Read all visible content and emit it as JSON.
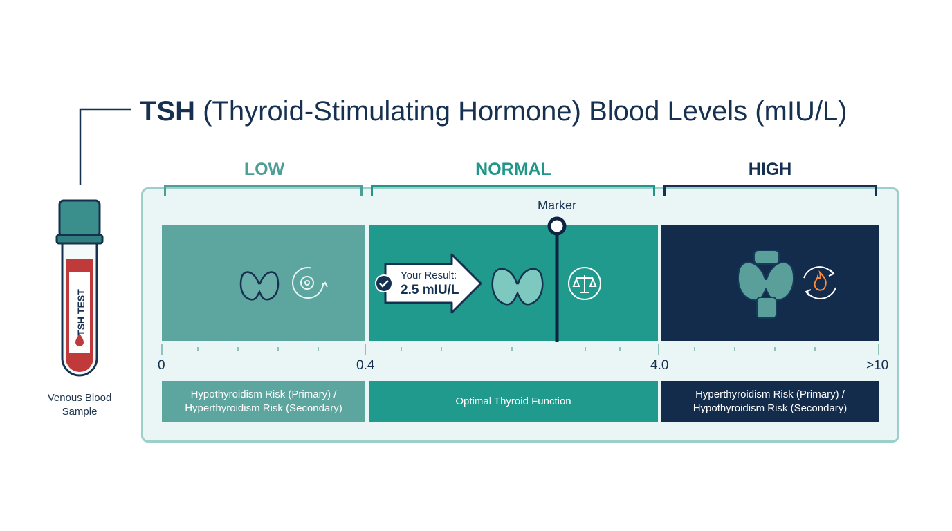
{
  "title": {
    "bold": "TSH",
    "rest": " (Thyroid-Stimulating Hormone) Blood Levels (mIU/L)"
  },
  "tube": {
    "label": "TSH TEST",
    "caption": "Venous Blood Sample"
  },
  "zones": {
    "low": {
      "label": "LOW",
      "description": "Hypothyroidism Risk (Primary) / Hyperthyroidism Risk (Secondary)"
    },
    "normal": {
      "label": "NORMAL",
      "description": "Optimal Thyroid Function"
    },
    "high": {
      "label": "HIGH",
      "description": "Hyperthyroidism Risk (Primary) / Hypothyroidism Risk (Secondary)"
    }
  },
  "scale": {
    "ticks": [
      "0",
      "0.4",
      "4.0",
      ">10"
    ]
  },
  "marker": {
    "label": "Marker"
  },
  "result": {
    "label": "Your Result:",
    "value": "2.5 mIU/L"
  },
  "colors": {
    "navy": "#16304f",
    "teal_light": "#5da59f",
    "teal": "#1f9a8c",
    "dark_navy": "#132c4c",
    "panel_bg": "#eaf5f5",
    "blood_red": "#c0393b"
  },
  "icons": [
    "test-tube-icon",
    "blood-drop-icon",
    "thyroid-icon",
    "gauge-slow-icon",
    "check-circle-icon",
    "balance-scale-icon",
    "flame-cycle-icon"
  ]
}
